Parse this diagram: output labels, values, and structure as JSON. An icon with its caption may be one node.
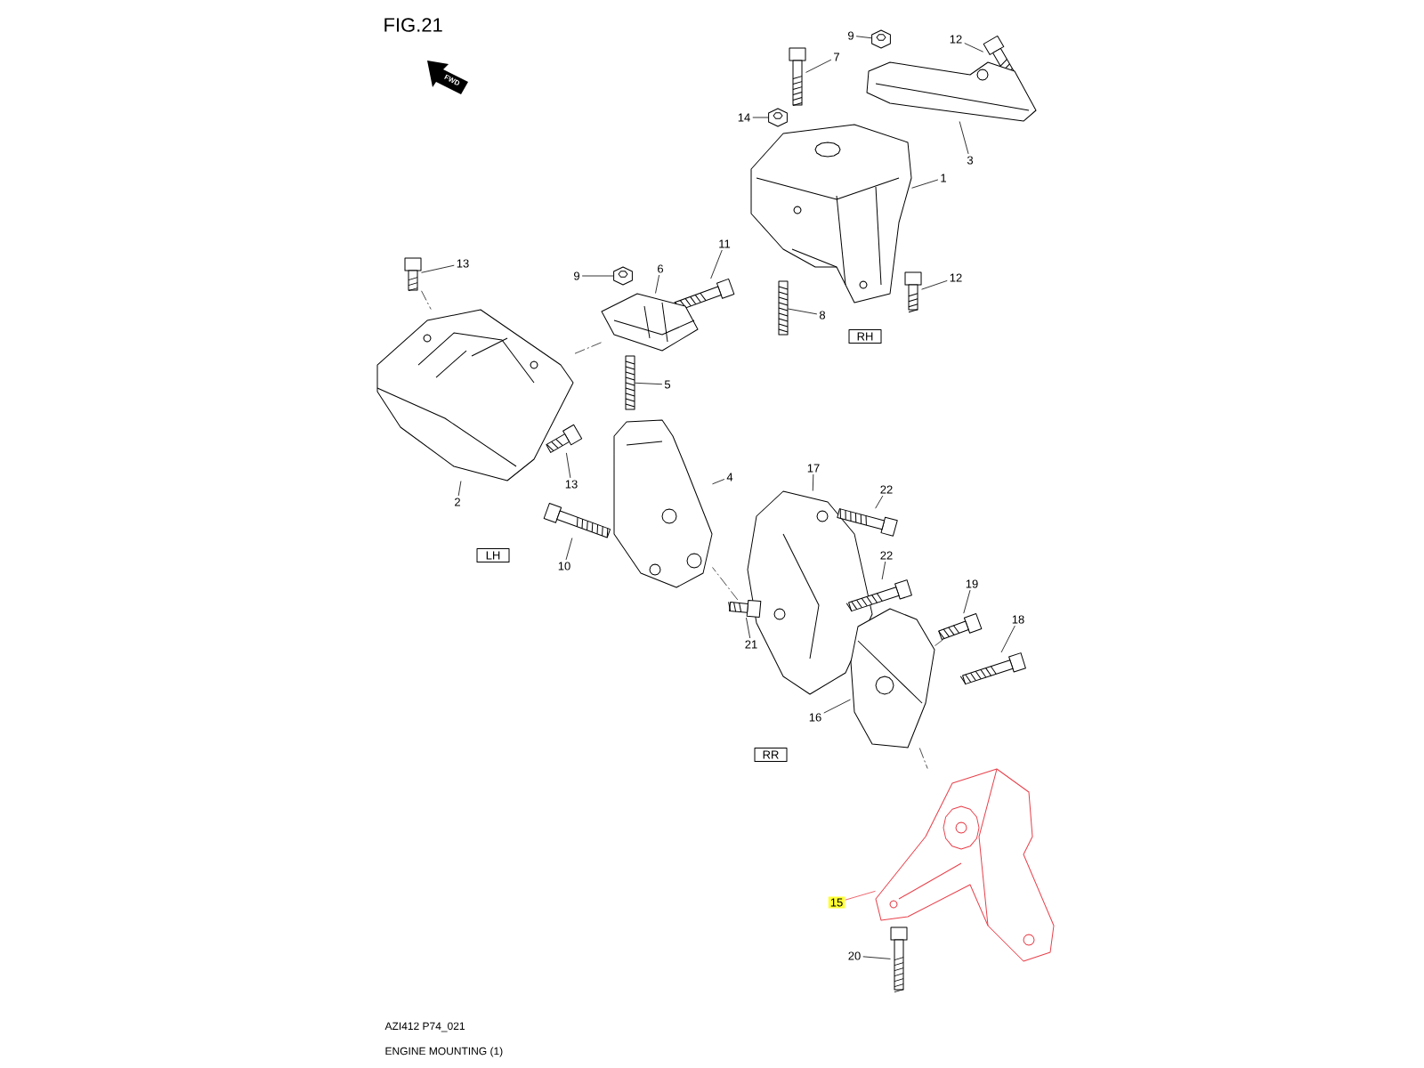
{
  "diagram": {
    "title": "FIG.21",
    "nodes": [
      {
        "text": [
          "9"
        ]
      },
      {
        "text": [],
        "shape": "picture"
      },
      {
        "text": [
          "12"
        ]
      },
      {
        "text": [],
        "shape": "picture"
      },
      {
        "text": [
          "7"
        ]
      },
      {
        "text": [],
        "shape": "picture"
      },
      {
        "text": [
          "14"
        ]
      },
      {
        "text": [],
        "shape": "picture"
      },
      {
        "text": [
          "3"
        ]
      },
      {
        "text": [],
        "shape": "picture"
      },
      {
        "text": [
          "1"
        ]
      },
      {
        "text": [],
        "shape": "picture"
      },
      {
        "text": [
          "11"
        ]
      },
      {
        "text": [],
        "shape": "picture"
      },
      {
        "text": [
          "9"
        ]
      },
      {
        "text": [],
        "shape": "picture"
      },
      {
        "text": [
          "6"
        ]
      },
      {
        "text": [],
        "shape": "picture"
      },
      {
        "text": [
          "13"
        ]
      },
      {
        "text": [],
        "shape": "picture"
      },
      {
        "text": [
          "12"
        ]
      },
      {
        "text": [],
        "shape": "picture"
      },
      {
        "text": [
          "8"
        ]
      },
      {
        "text": [],
        "shape": "picture"
      },
      {
        "text": [
          "RH"
        ]
      },
      {
        "text": [
          "5"
        ]
      },
      {
        "text": [],
        "shape": "picture"
      },
      {
        "text": [
          "2"
        ]
      },
      {
        "text": [],
        "shape": "picture"
      },
      {
        "text": [
          "4"
        ]
      },
      {
        "text": [],
        "shape": "picture"
      },
      {
        "text": [
          "17"
        ]
      },
      {
        "text": [],
        "shape": "picture"
      },
      {
        "text": [
          "13"
        ]
      },
      {
        "text": [],
        "shape": "picture"
      },
      {
        "text": [
          "22"
        ]
      },
      {
        "text": [],
        "shape": "picture"
      },
      {
        "text": [
          "10"
        ]
      },
      {
        "text": [],
        "shape": "picture"
      },
      {
        "text": [
          "LH"
        ]
      },
      {
        "text": [
          "22"
        ]
      },
      {
        "text": [],
        "shape": "picture"
      },
      {
        "text": [
          "19"
        ]
      },
      {
        "text": [],
        "shape": "picture"
      },
      {
        "text": [
          "18"
        ]
      },
      {
        "text": [],
        "shape": "picture"
      },
      {
        "text": [
          "21"
        ]
      },
      {
        "text": [],
        "shape": "picture"
      },
      {
        "text": [
          "16"
        ]
      },
      {
        "text": [],
        "shape": "picture"
      },
      {
        "text": [
          "RR"
        ]
      },
      {
        "text": [
          "15"
        ]
      },
      {
        "text": [],
        "shape": "picture"
      },
      {
        "text": [
          "20"
        ]
      },
      {
        "text": [],
        "shape": "picture"
      }
    ],
    "edges": [
      {
        "from": 0,
        "to": 1,
        "arrow": "none"
      },
      {
        "from": 2,
        "to": 3,
        "arrow": "none"
      },
      {
        "from": 4,
        "to": 5,
        "arrow": "none"
      },
      {
        "from": 6,
        "to": 7,
        "arrow": "none"
      },
      {
        "from": 8,
        "to": 9,
        "arrow": "none"
      },
      {
        "from": 10,
        "to": 11,
        "arrow": "none"
      },
      {
        "from": 12,
        "to": 13,
        "arrow": "none"
      },
      {
        "from": 14,
        "to": 15,
        "arrow": "none"
      },
      {
        "from": 16,
        "to": 17,
        "arrow": "none"
      },
      {
        "from": 18,
        "to": 19,
        "arrow": "none"
      },
      {
        "from": 20,
        "to": 21,
        "arrow": "none"
      },
      {
        "from": 22,
        "to": 23,
        "arrow": "none"
      },
      {
        "from": 25,
        "to": 26,
        "arrow": "none"
      },
      {
        "from": 27,
        "to": 28,
        "arrow": "none"
      },
      {
        "from": 29,
        "to": 30,
        "arrow": "none"
      },
      {
        "from": 31,
        "to": 32,
        "arrow": "none"
      },
      {
        "from": 33,
        "to": 34,
        "arrow": "none"
      },
      {
        "from": 35,
        "to": 36,
        "arrow": "none"
      },
      {
        "from": 37,
        "to": 38,
        "arrow": "none"
      },
      {
        "from": 40,
        "to": 41,
        "arrow": "none"
      },
      {
        "from": 42,
        "to": 43,
        "arrow": "none"
      },
      {
        "from": 44,
        "to": 45,
        "arrow": "none"
      },
      {
        "from": 46,
        "to": 47,
        "arrow": "none"
      },
      {
        "from": 48,
        "to": 49,
        "arrow": "none"
      },
      {
        "from": 51,
        "to": 52,
        "arrow": "none",
        "color": "#e8404a"
      },
      {
        "from": 53,
        "to": 54,
        "arrow": "none"
      },
      {
        "from": 19,
        "to": 28,
        "arrow": "none",
        "style": "dashed"
      },
      {
        "from": 17,
        "to": 28,
        "arrow": "none",
        "style": "dashed"
      },
      {
        "from": 47,
        "to": 30,
        "arrow": "none",
        "style": "dashed"
      },
      {
        "from": 43,
        "to": 49,
        "arrow": "none",
        "style": "dashed"
      },
      {
        "from": 49,
        "to": 52,
        "arrow": "none",
        "style": "dashed"
      }
    ],
    "labels": [
      "FWD",
      "AZI412 P74_021",
      "ENGINE MOUNTING (1)"
    ]
  }
}
